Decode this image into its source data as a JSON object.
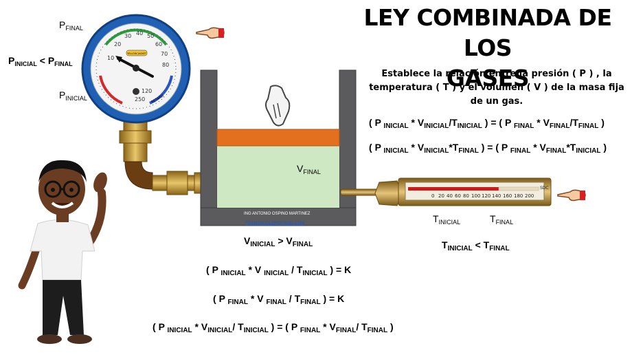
{
  "title": {
    "line1": "LEY COMBINADA DE LOS",
    "line2": "GASES"
  },
  "description": {
    "line1": "Establece la relación entre la presión ( P ) , la",
    "line2": "temperatura ( T ) y el volumen ( V ) de la masa fija",
    "line3": "de un gas."
  },
  "labels": {
    "p": "P",
    "v": "V",
    "t": "T",
    "final": "FINAL",
    "inicial": "INICIAL",
    "lt": "<",
    "gt": ">",
    "k": "K"
  },
  "credit": {
    "name": "ING ANTONIO OSPINO MARTINEZ",
    "email": "FOXMANCOL@HOTMAIL.COM"
  },
  "gauge": {
    "brand": "YELLOW JACKET",
    "unit": "RETARD",
    "outer_ticks": [
      "10",
      "20",
      "30",
      "40",
      "50",
      "60",
      "70",
      "80"
    ],
    "inner_ticks": [
      "120",
      "250"
    ]
  },
  "thermometer": {
    "scale": [
      "0",
      "20",
      "40",
      "60",
      "80",
      "100",
      "120",
      "140",
      "160",
      "180",
      "200"
    ],
    "end_label": "SDC"
  },
  "colors": {
    "piston": "#e2701e",
    "gas": "#cfe8c4",
    "cylinder": "#5b5b5d",
    "gauge_rim": "#1f5fb4",
    "brass": "#c89a32",
    "mercury": "#d01818",
    "email_link": "#1a55c4"
  },
  "icons": [
    "pointing-hand-icon",
    "pressing-hand-icon",
    "cartoon-person"
  ]
}
